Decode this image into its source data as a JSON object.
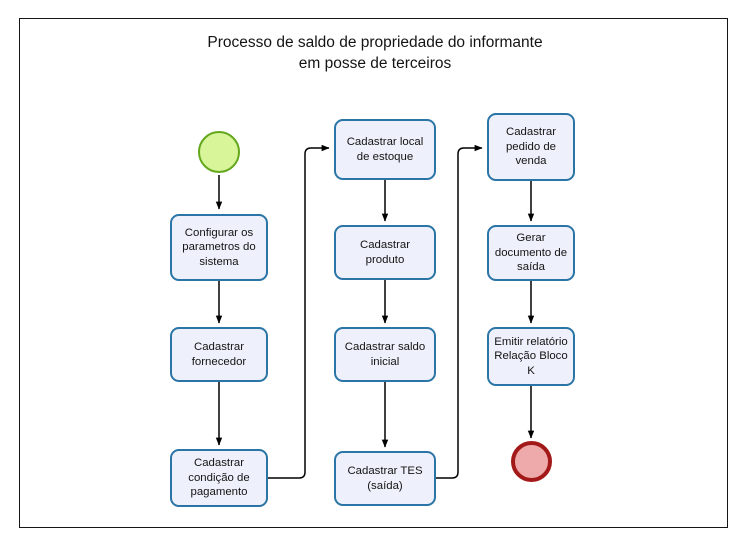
{
  "diagram": {
    "title": "Processo de saldo de propriedade do informante\nem posse de terceiros",
    "colors": {
      "node_fill": "#eef1fb",
      "node_border": "#2b75a6",
      "start_fill": "#d9f59a",
      "start_border": "#63a71c",
      "end_fill": "#eeaaaa",
      "end_border": "#a31919",
      "edge": "#000000",
      "frame": "#161616"
    },
    "terminators": {
      "start_label": "start-terminator",
      "end_label": "end-terminator"
    },
    "nodes": [
      {
        "id": "configurar-parametros",
        "label": "Configurar os\nparametros do\nsistema"
      },
      {
        "id": "cadastrar-fornecedor",
        "label": "Cadastrar\nfornecedor"
      },
      {
        "id": "cadastrar-condicao-pagamento",
        "label": "Cadastrar\ncondição de\npagamento"
      },
      {
        "id": "cadastrar-local-estoque",
        "label": "Cadastrar local\nde estoque"
      },
      {
        "id": "cadastrar-produto",
        "label": "Cadastrar\nproduto"
      },
      {
        "id": "cadastrar-saldo-inicial",
        "label": "Cadastrar saldo\ninicial"
      },
      {
        "id": "cadastrar-tes-saida",
        "label": "Cadastrar TES\n(saída)"
      },
      {
        "id": "cadastrar-pedido-venda",
        "label": "Cadastrar\npedido de\nvenda"
      },
      {
        "id": "gerar-documento-saida",
        "label": "Gerar\ndocumento de\nsaída"
      },
      {
        "id": "emitir-relatorio-bloco-k",
        "label": "Emitir relatório\nRelação Bloco\nK"
      }
    ]
  }
}
